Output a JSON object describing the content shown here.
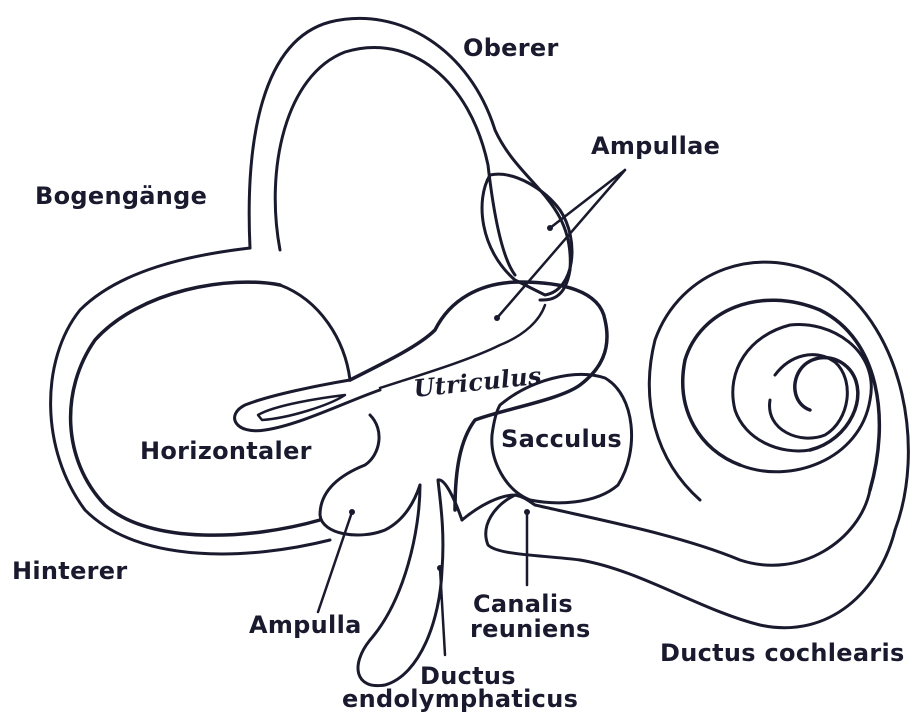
{
  "labels": {
    "oberer": "Oberer",
    "ampullae": "Ampullae",
    "bogengaenge": "Bogengänge",
    "utriculus": "Utriculus",
    "sacculus": "Sacculus",
    "horizontaler": "Horizontaler",
    "hinterer": "Hinterer",
    "ampulla": "Ampulla",
    "canalis_line1": "Canalis",
    "canalis_line2": "reuniens",
    "ductus_endo_line1": "Ductus",
    "ductus_endo_line2": "endolymphaticus",
    "ductus_cochlearis": "Ductus cochlearis"
  },
  "colors": {
    "ink": "#1a1a2e",
    "background": "#ffffff"
  }
}
